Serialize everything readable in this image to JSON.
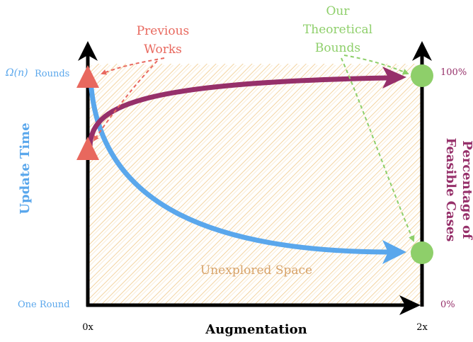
{
  "labels": {
    "previous_works_line1": "Previous",
    "previous_works_line2": "Works",
    "our_bounds_line1": "Our",
    "our_bounds_line2": "Theoretical",
    "our_bounds_line3": "Bounds",
    "omega_rounds_math": "Ω(n)",
    "omega_rounds_text": "Rounds",
    "one_round": "One Round",
    "update_time": "Update Time",
    "x_left": "0x",
    "x_right": "2x",
    "x_axis_title": "Augmentation",
    "pct_100": "100%",
    "pct_0": "0%",
    "right_title_line1": "Percentage of",
    "right_title_line2": "Feasible Cases",
    "unexplored": "Unexplored Space"
  },
  "colors": {
    "axis": "#000000",
    "hatch": "#f0c98a",
    "previous": "#e8685e",
    "ours": "#8ecf6a",
    "blue": "#5aa7ec",
    "purple": "#96306a",
    "unexplored_text": "#d7a36a"
  }
}
